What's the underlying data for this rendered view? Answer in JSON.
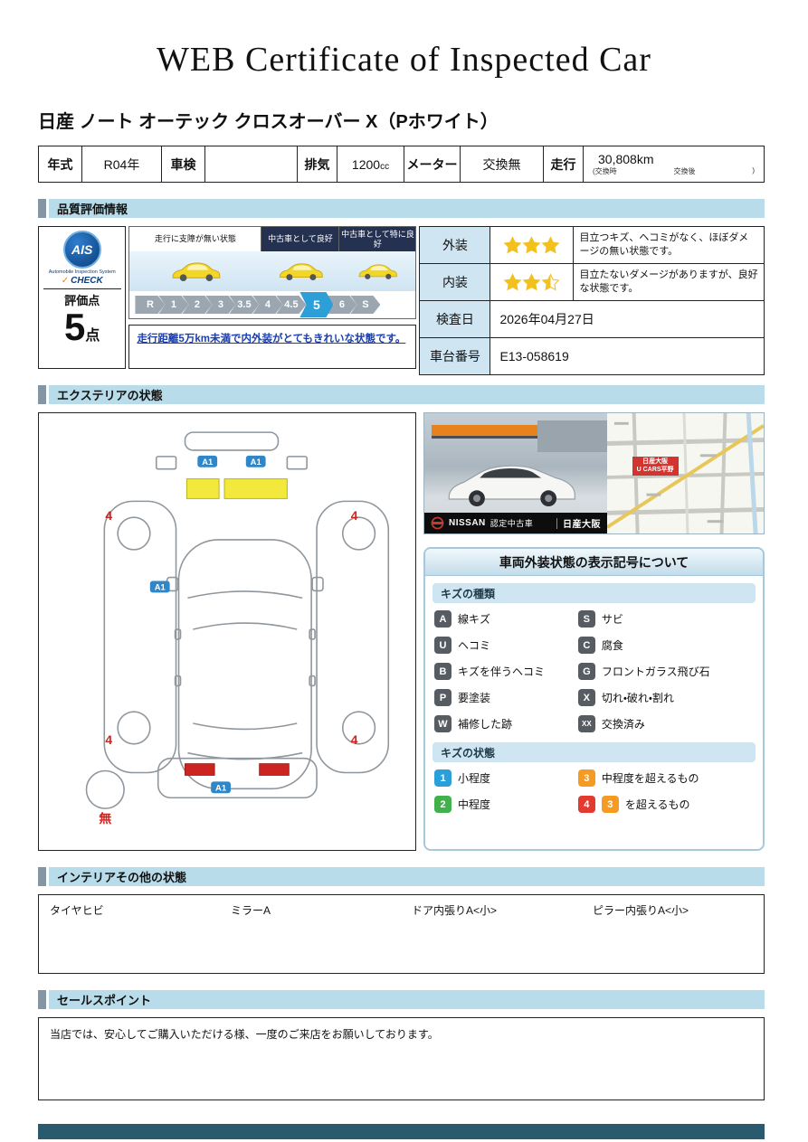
{
  "page": {
    "title": "WEB Certificate of Inspected Car",
    "car_title": "日産 ノート オーテック クロスオーバー X（Pホワイト）"
  },
  "spec": {
    "year_label": "年式",
    "year": "R04年",
    "shaken_label": "車検",
    "shaken": "",
    "displacement_label": "排気",
    "displacement": "1200",
    "displacement_unit": "cc",
    "meter_label": "メーター",
    "meter": "交換無",
    "mileage_label": "走行",
    "mileage": "30,808km",
    "mileage_note_open": "(交換時",
    "mileage_note_mid": "交換後",
    "mileage_note_close": ")"
  },
  "sections": {
    "quality": "品質評価情報",
    "exterior": "エクステリアの状態",
    "interior": "インテリアその他の状態",
    "sales": "セールスポイント"
  },
  "quality": {
    "ais": {
      "brand": "AIS",
      "brand_sub": "Automobile Inspection System",
      "check": "CHECK",
      "score_label": "評価点",
      "score": "5",
      "score_unit": "点"
    },
    "scale": {
      "headers": [
        "走行に支障が無い状態",
        "中古車として良好",
        "中古車として特に良好"
      ],
      "grades": [
        "R",
        "1",
        "2",
        "3",
        "3.5",
        "4",
        "4.5",
        "5",
        "6",
        "S"
      ],
      "selected": "5",
      "comment": "走行距離5万km未満で内外装がとてもきれいな状態です。"
    },
    "table": {
      "exterior_label": "外装",
      "exterior_stars": 3,
      "exterior_desc": "目立つキズ、ヘコミがなく、ほぼダメージの無い状態です。",
      "interior_label": "内装",
      "interior_stars": 2.5,
      "interior_desc": "目立たないダメージがありますが、良好な状態です。",
      "inspection_date_label": "検査日",
      "inspection_date": "2026年04月27日",
      "chassis_label": "車台番号",
      "chassis": "E13-058619"
    }
  },
  "exterior": {
    "diagram": {
      "marker_a1": "A1",
      "marker_4": "4",
      "none_label": "無"
    },
    "photo": {
      "brand": "NISSAN",
      "cert": "認定中古車",
      "dealer": "日産大阪",
      "map_box_line1": "日産大阪",
      "map_box_line2": "U CARS平野"
    },
    "legend": {
      "title": "車両外装状態の表示記号について",
      "kinds_header": "キズの種類",
      "kinds": [
        {
          "code": "A",
          "label": "線キズ"
        },
        {
          "code": "S",
          "label": "サビ"
        },
        {
          "code": "U",
          "label": "ヘコミ"
        },
        {
          "code": "C",
          "label": "腐食"
        },
        {
          "code": "B",
          "label": "キズを伴うヘコミ"
        },
        {
          "code": "G",
          "label": "フロントガラス飛び石"
        },
        {
          "code": "P",
          "label": "要塗装"
        },
        {
          "code": "X",
          "label": "切れ・破れ・割れ"
        },
        {
          "code": "W",
          "label": "補修した跡"
        },
        {
          "code": "XX",
          "label": "交換済み"
        }
      ],
      "states_header": "キズの状態",
      "states": [
        {
          "code": "1",
          "color": "#2b9fd9",
          "label": "小程度"
        },
        {
          "code": "3",
          "color": "#f59a23",
          "label": "中程度を超えるもの"
        },
        {
          "code": "2",
          "color": "#43b14b",
          "label": "中程度"
        },
        {
          "code": "4",
          "color": "#e23a2e",
          "ref": "3",
          "ref_color": "#f59a23",
          "label": "を超えるもの"
        }
      ]
    }
  },
  "interior": {
    "items": [
      "タイヤヒビ",
      "ミラーA",
      "ドア内張りA<小>",
      "ピラー内張りA<小>"
    ]
  },
  "sales": {
    "text": "当店では、安心してご購入いただける様、一度のご来店をお願いしております。"
  },
  "colors": {
    "section_bg": "#b9dcea",
    "section_accent": "#8496a4",
    "label_cell": "#cfe6f2",
    "star": "#f2c11e",
    "grade_selected": "#2d9fd8",
    "badge_dark": "#565c61",
    "footer": "#2a5a6e",
    "marker_blue": "#2f86c8",
    "marker_red": "#cc2420",
    "highlight_yellow": "#f2e93c",
    "map_red": "#d23430"
  }
}
